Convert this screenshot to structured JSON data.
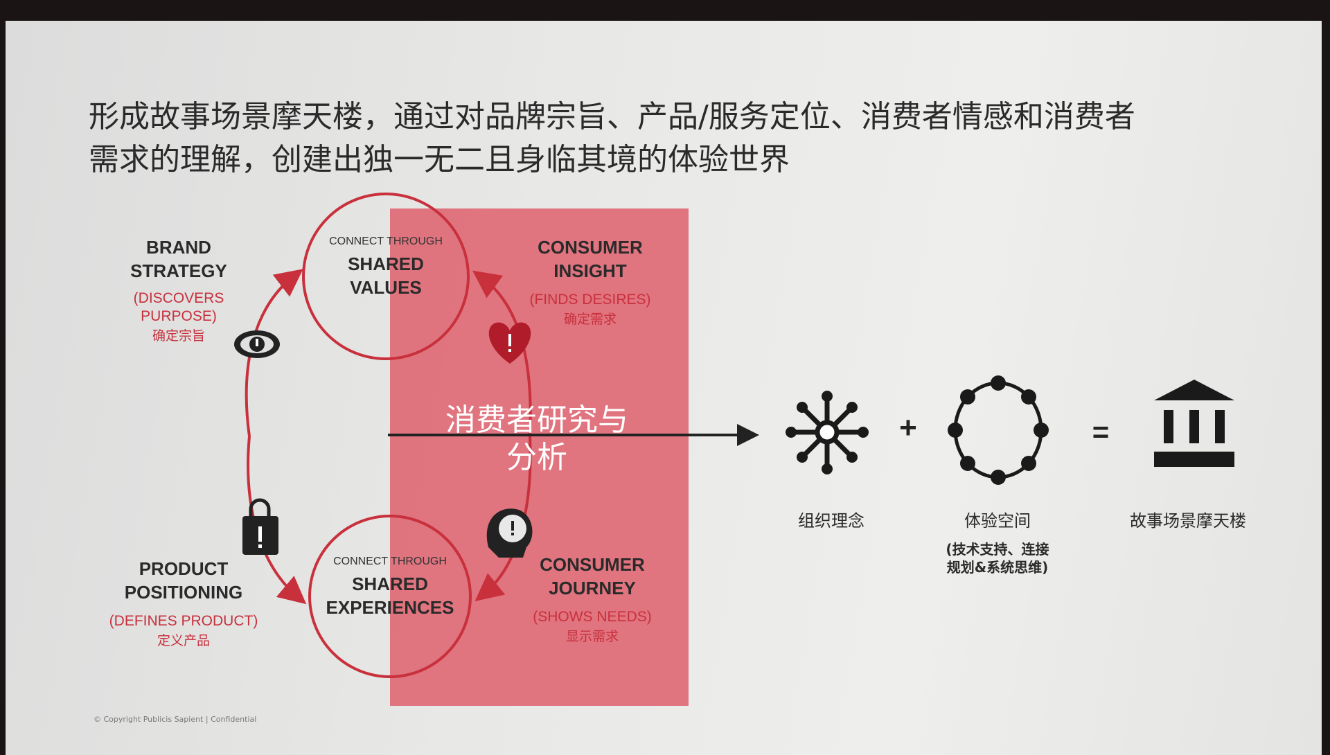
{
  "title": {
    "line1": "形成故事场景摩天楼，通过对品牌宗旨、产品/服务定位、消费者情感和消费者",
    "line2": "需求的理解，创建出独一无二且身临其境的体验世界"
  },
  "brand_strategy": {
    "label1": "BRAND",
    "label2": "STRATEGY",
    "sub1": "(DISCOVERS",
    "sub2": "PURPOSE)",
    "cn": "确定宗旨",
    "icon": "eye-icon"
  },
  "product_positioning": {
    "label1": "PRODUCT",
    "label2": "POSITIONING",
    "sub": "(DEFINES PRODUCT)",
    "cn": "定义产品",
    "icon": "lock-icon"
  },
  "consumer_insight": {
    "label1": "CONSUMER",
    "label2": "INSIGHT",
    "sub": "(FINDS DESIRES)",
    "cn": "确定需求",
    "icon": "heart-icon"
  },
  "consumer_journey": {
    "label1": "CONSUMER",
    "label2": "JOURNEY",
    "sub": "(SHOWS NEEDS)",
    "cn": "显示需求",
    "icon": "head-speech-icon"
  },
  "shared_values": {
    "connect": "CONNECT THROUGH",
    "line1": "SHARED",
    "line2": "VALUES"
  },
  "shared_experiences": {
    "connect": "CONNECT THROUGH",
    "line1": "SHARED",
    "line2": "EXPERIENCES"
  },
  "center_text": {
    "line1": "消费者研究与",
    "line2": "分析"
  },
  "equation": {
    "item1": {
      "label": "组织理念",
      "icon": "hub-network-icon"
    },
    "plus": "+",
    "item2": {
      "label": "体验空间",
      "sub1": "(技术支持、连接",
      "sub2": "规划&系统思维)",
      "icon": "ring-network-icon"
    },
    "equals": "=",
    "item3": {
      "label": "故事场景摩天楼",
      "icon": "building-columns-icon"
    }
  },
  "footer": "© Copyright Publicis Sapient | Confidential",
  "colors": {
    "accent": "#c8303c",
    "box": "#de5a68",
    "text": "#2a2a2a"
  }
}
